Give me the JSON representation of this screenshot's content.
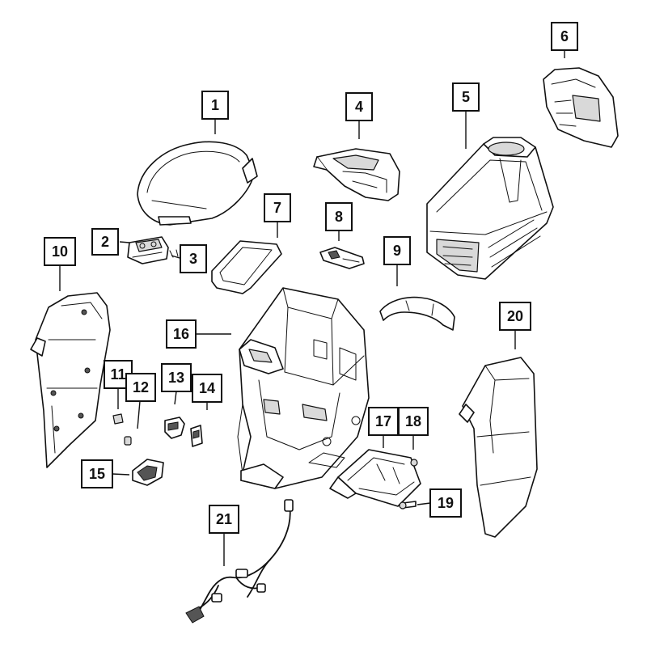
{
  "diagram": {
    "type": "exploded-parts-diagram",
    "callouts": [
      {
        "id": "c1",
        "label": "1"
      },
      {
        "id": "c2",
        "label": "2"
      },
      {
        "id": "c3",
        "label": "3"
      },
      {
        "id": "c4",
        "label": "4"
      },
      {
        "id": "c5",
        "label": "5"
      },
      {
        "id": "c6",
        "label": "6"
      },
      {
        "id": "c7",
        "label": "7"
      },
      {
        "id": "c8",
        "label": "8"
      },
      {
        "id": "c9",
        "label": "9"
      },
      {
        "id": "c10",
        "label": "10"
      },
      {
        "id": "c11",
        "label": "11"
      },
      {
        "id": "c12",
        "label": "12"
      },
      {
        "id": "c13",
        "label": "13"
      },
      {
        "id": "c14",
        "label": "14"
      },
      {
        "id": "c15",
        "label": "15"
      },
      {
        "id": "c16",
        "label": "16"
      },
      {
        "id": "c17",
        "label": "17"
      },
      {
        "id": "c18",
        "label": "18"
      },
      {
        "id": "c19",
        "label": "19"
      },
      {
        "id": "c20",
        "label": "20"
      },
      {
        "id": "c21",
        "label": "21"
      }
    ],
    "parts": [
      {
        "callout": "1",
        "icon": "armrest-lid-icon"
      },
      {
        "callout": "2",
        "icon": "latch-icon"
      },
      {
        "callout": "3",
        "icon": "striker-icon"
      },
      {
        "callout": "4",
        "icon": "cupholder-bezel-icon"
      },
      {
        "callout": "5",
        "icon": "console-upper-housing-icon"
      },
      {
        "callout": "6",
        "icon": "rear-bezel-icon"
      },
      {
        "callout": "7",
        "icon": "storage-mat-icon"
      },
      {
        "callout": "8",
        "icon": "hinge-icon"
      },
      {
        "callout": "9",
        "icon": "trim-strip-icon"
      },
      {
        "callout": "10",
        "icon": "left-side-panel-icon"
      },
      {
        "callout": "11",
        "icon": "clip-icon"
      },
      {
        "callout": "12",
        "icon": "pin-icon"
      },
      {
        "callout": "13",
        "icon": "usb-port-icon"
      },
      {
        "callout": "14",
        "icon": "switch-icon"
      },
      {
        "callout": "15",
        "icon": "power-outlet-icon"
      },
      {
        "callout": "16",
        "icon": "console-base-icon"
      },
      {
        "callout": "17",
        "icon": "mounting-bracket-icon"
      },
      {
        "callout": "18",
        "icon": "nut-icon"
      },
      {
        "callout": "19",
        "icon": "bolt-icon"
      },
      {
        "callout": "20",
        "icon": "right-side-panel-icon"
      },
      {
        "callout": "21",
        "icon": "wiring-harness-icon"
      }
    ]
  }
}
